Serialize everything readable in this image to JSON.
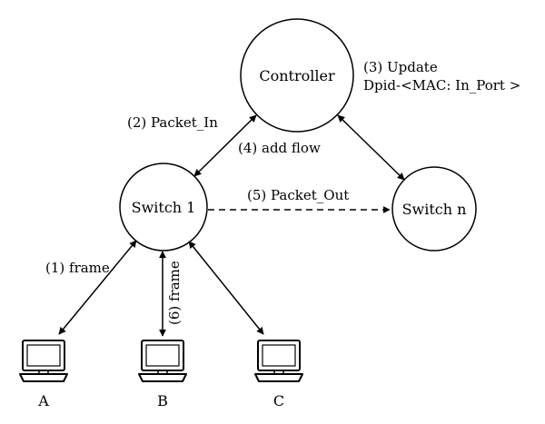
{
  "nodes": {
    "controller": "Controller",
    "switch1": "Switch 1",
    "switchn": "Switch n"
  },
  "hosts": {
    "a": "A",
    "b": "B",
    "c": "C"
  },
  "edges": {
    "frame": "(1) frame",
    "packet_in": "(2) Packet_In",
    "update_line1": "(3) Update",
    "update_line2": "Dpid-<MAC: In_Port >",
    "add_flow": "(4) add flow",
    "packet_out": "(5) Packet_Out",
    "frame6": "(6) frame"
  },
  "colors": {
    "stroke": "#000000",
    "screen_fill": "#ffffff"
  }
}
